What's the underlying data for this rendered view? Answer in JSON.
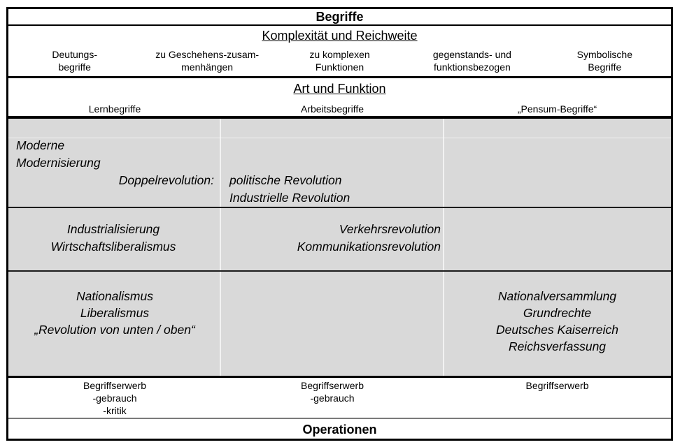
{
  "title": "Begriffe",
  "footer": "Operationen",
  "sections": {
    "complexity": {
      "heading": "Komplexität und Reichweite",
      "columns": [
        {
          "line1": "Deutungs-",
          "line2": "begriffe"
        },
        {
          "line1": "zu Geschehens-zusam-",
          "line2": "menhängen"
        },
        {
          "line1": "zu komplexen",
          "line2": "Funktionen"
        },
        {
          "line1": "gegenstands- und",
          "line2": "funktionsbezogen"
        },
        {
          "line1": "Symbolische",
          "line2": "Begriffe"
        }
      ]
    },
    "art_funktion": {
      "heading": "Art und Funktion",
      "columns": [
        "Lernbegriffe",
        "Arbeitsbegriffe",
        "„Pensum-Begriffe“"
      ]
    },
    "concepts": {
      "row1": {
        "left_lines": [
          "Moderne",
          "Modernisierung"
        ],
        "label": "Doppelrevolution:",
        "items": [
          "politische Revolution",
          "Industrielle Revolution"
        ]
      },
      "row2": {
        "left_lines": [
          "Industrialisierung",
          "Wirtschaftsliberalismus"
        ],
        "middle_lines": [
          "Verkehrsrevolution",
          "Kommunikationsrevolution"
        ]
      },
      "row3": {
        "left_lines": [
          "Nationalismus",
          "Liberalismus",
          "„Revolution von unten / oben“"
        ],
        "right_lines": [
          "Nationalversammlung",
          "Grundrechte",
          "Deutsches Kaiserreich",
          "Reichsverfassung"
        ]
      }
    },
    "operations": {
      "columns": [
        {
          "lines": [
            "Begriffserwerb",
            "-gebrauch",
            "-kritik"
          ]
        },
        {
          "lines": [
            "Begriffserwerb",
            "-gebrauch"
          ]
        },
        {
          "lines": [
            "Begriffserwerb"
          ]
        }
      ]
    }
  },
  "colors": {
    "panel_gray": "#d9d9d9",
    "border_black": "#000000",
    "footer_separator_gray": "#7a7a7a"
  }
}
